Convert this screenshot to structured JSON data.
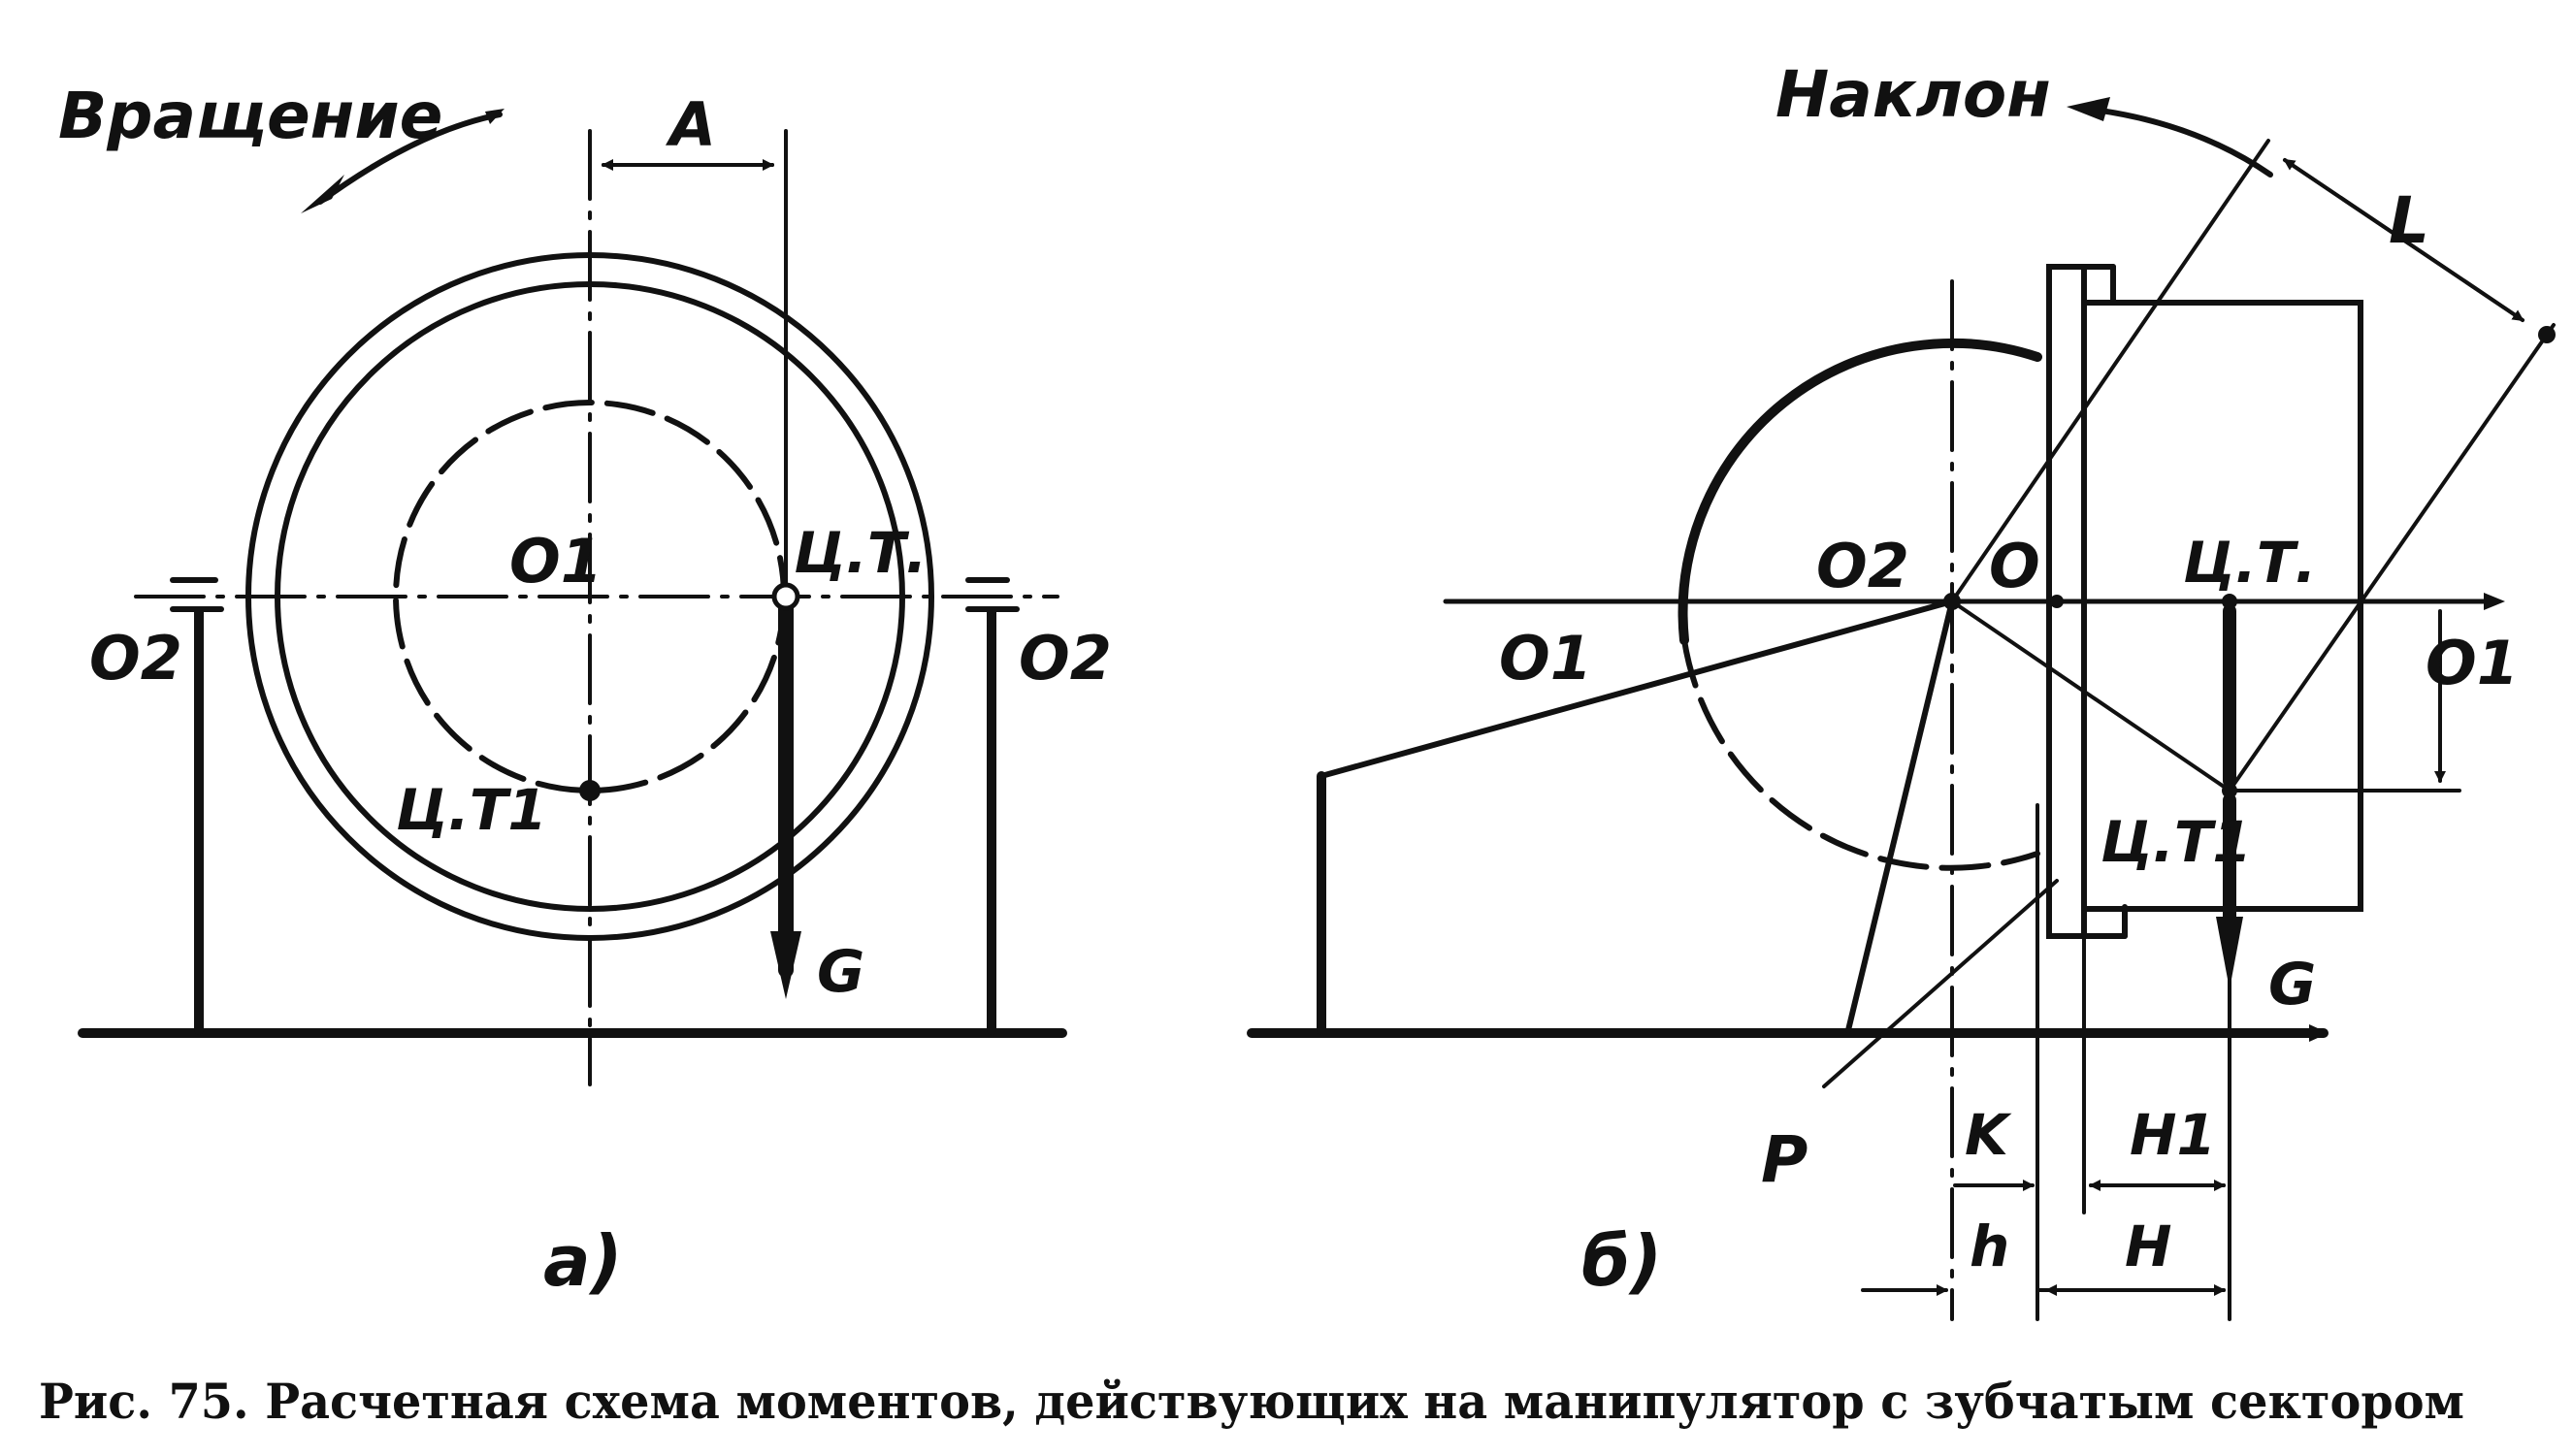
{
  "panel_a": {
    "rotation_label": "Вращение",
    "distance_label": "A",
    "center_label": "O1",
    "support_left_label": "O2",
    "support_right_label": "O2",
    "cg_label": "Ц.Т.",
    "cg1_label": "Ц.Т1",
    "weight_label": "G",
    "panel_label": "а)"
  },
  "panel_b": {
    "tilt_label": "Наклон",
    "length_label": "L",
    "axis_o2_label": "O2",
    "axis_o_label": "O",
    "cg_label": "Ц.Т.",
    "o1_left_label": "O1",
    "o1_right_label": "O1",
    "cg1_label": "Ц.Т1",
    "weight_label": "G",
    "force_label": "P",
    "dim_k_label": "K",
    "dim_h_small_label": "h",
    "dim_h1_label": "H1",
    "dim_h_label": "H",
    "panel_label": "б)"
  },
  "caption": "Рис. 75. Расчетная схема моментов, действующих на манипулятор с зубчатым сектором"
}
